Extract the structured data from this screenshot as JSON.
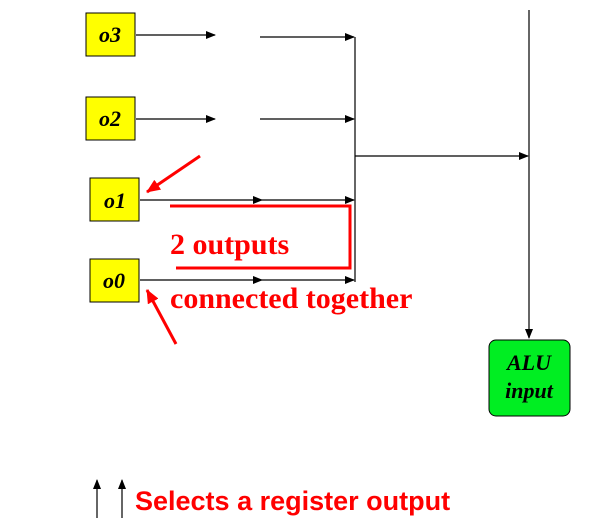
{
  "registers": [
    {
      "id": "o3",
      "label": "o3"
    },
    {
      "id": "o2",
      "label": "o2"
    },
    {
      "id": "o1",
      "label": "o1"
    },
    {
      "id": "o0",
      "label": "o0"
    }
  ],
  "alu": {
    "line1": "ALU",
    "line2": "input"
  },
  "annotation": {
    "line1": "2 outputs",
    "line2": "connected together"
  },
  "footer": {
    "text": "Selects a register output"
  },
  "colors": {
    "register_fill": "#ffff00",
    "alu_fill": "#00ee22",
    "annotation": "#ff0000",
    "wire": "#000000"
  }
}
